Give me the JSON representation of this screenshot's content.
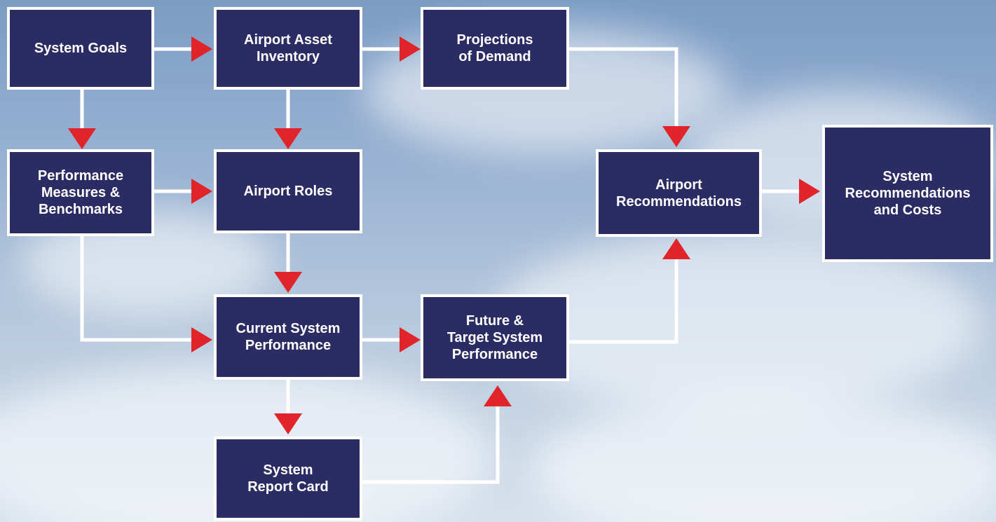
{
  "colors": {
    "node_fill": "#2c2c64",
    "node_border": "#ffffff",
    "connector": "#ffffff",
    "arrowhead": "#e1232a"
  },
  "nodes": {
    "system_goals": "System Goals",
    "airport_asset_inventory": "Airport Asset\nInventory",
    "projections_of_demand": "Projections\nof Demand",
    "performance_measures": "Performance\nMeasures &\nBenchmarks",
    "airport_roles": "Airport Roles",
    "airport_recommendations": "Airport\nRecommendations",
    "system_recommendations": "System\nRecommendations\nand Costs",
    "current_system_performance": "Current System\nPerformance",
    "future_target_performance": "Future &\nTarget System\nPerformance",
    "system_report_card": "System\nReport Card"
  },
  "edges": [
    {
      "from": "system_goals",
      "to": "airport_asset_inventory"
    },
    {
      "from": "airport_asset_inventory",
      "to": "projections_of_demand"
    },
    {
      "from": "projections_of_demand",
      "to": "airport_recommendations"
    },
    {
      "from": "system_goals",
      "to": "performance_measures"
    },
    {
      "from": "airport_asset_inventory",
      "to": "airport_roles"
    },
    {
      "from": "performance_measures",
      "to": "airport_roles"
    },
    {
      "from": "airport_recommendations",
      "to": "system_recommendations"
    },
    {
      "from": "performance_measures",
      "to": "current_system_performance"
    },
    {
      "from": "airport_roles",
      "to": "current_system_performance"
    },
    {
      "from": "current_system_performance",
      "to": "future_target_performance"
    },
    {
      "from": "future_target_performance",
      "to": "airport_recommendations"
    },
    {
      "from": "current_system_performance",
      "to": "system_report_card"
    },
    {
      "from": "system_report_card",
      "to": "future_target_performance"
    }
  ]
}
